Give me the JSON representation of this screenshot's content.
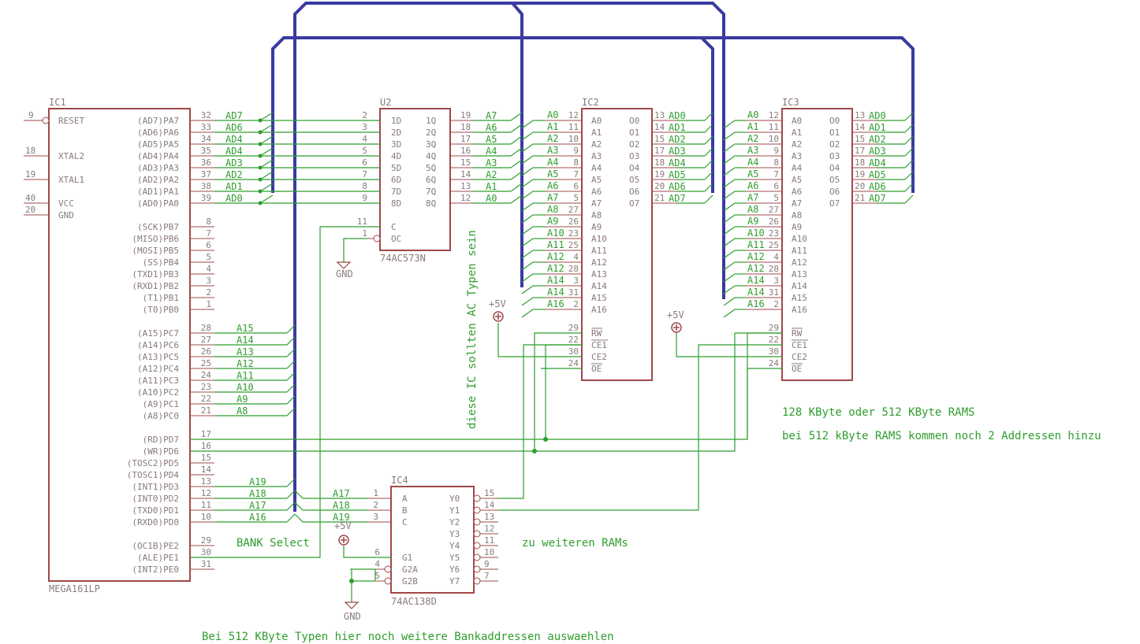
{
  "ic1": {
    "ref": "IC1",
    "value": "MEGA161LP",
    "left_pins": [
      {
        "num": "9",
        "name": "RESET"
      },
      {
        "num": "18",
        "name": "XTAL2"
      },
      {
        "num": "19",
        "name": "XTAL1"
      },
      {
        "num": "40",
        "name": "VCC"
      },
      {
        "num": "20",
        "name": "GND"
      }
    ],
    "porta": [
      {
        "num": "32",
        "name": "(AD7)PA7",
        "net": "AD7"
      },
      {
        "num": "33",
        "name": "(AD6)PA6",
        "net": "AD6"
      },
      {
        "num": "34",
        "name": "(AD5)PA5",
        "net": "AD4"
      },
      {
        "num": "35",
        "name": "(AD4)PA4",
        "net": "AD4"
      },
      {
        "num": "36",
        "name": "(AD3)PA3",
        "net": "AD3"
      },
      {
        "num": "37",
        "name": "(AD2)PA2",
        "net": "AD2"
      },
      {
        "num": "38",
        "name": "(AD1)PA1",
        "net": "AD1"
      },
      {
        "num": "39",
        "name": "(AD0)PA0",
        "net": "AD0"
      }
    ],
    "portb": [
      {
        "num": "8",
        "name": "(SCK)PB7"
      },
      {
        "num": "7",
        "name": "(MISO)PB6"
      },
      {
        "num": "6",
        "name": "(MOSI)PB5"
      },
      {
        "num": "5",
        "name": "(SS)PB4"
      },
      {
        "num": "4",
        "name": "(TXD1)PB3"
      },
      {
        "num": "3",
        "name": "(RXD1)PB2"
      },
      {
        "num": "2",
        "name": "(T1)PB1"
      },
      {
        "num": "1",
        "name": "(T0)PB0"
      }
    ],
    "portc": [
      {
        "num": "28",
        "name": "(A15)PC7",
        "net": "A15"
      },
      {
        "num": "27",
        "name": "(A14)PC6",
        "net": "A14"
      },
      {
        "num": "26",
        "name": "(A13)PC5",
        "net": "A13"
      },
      {
        "num": "25",
        "name": "(A12)PC4",
        "net": "A12"
      },
      {
        "num": "24",
        "name": "(A11)PC3",
        "net": "A11"
      },
      {
        "num": "23",
        "name": "(A10)PC2",
        "net": "A10"
      },
      {
        "num": "22",
        "name": "(A9)PC1",
        "net": "A9"
      },
      {
        "num": "21",
        "name": "(A8)PC0",
        "net": "A8"
      }
    ],
    "portd": [
      {
        "num": "17",
        "name": "(RD)PD7",
        "net": ""
      },
      {
        "num": "16",
        "name": "(WR)PD6",
        "net": ""
      },
      {
        "num": "15",
        "name": "(TOSC2)PD5",
        "net": ""
      },
      {
        "num": "14",
        "name": "(TOSC1)PD4",
        "net": ""
      },
      {
        "num": "13",
        "name": "(INT1)PD3",
        "net": "A19"
      },
      {
        "num": "12",
        "name": "(INT0)PD2",
        "net": "A18"
      },
      {
        "num": "11",
        "name": "(TXD0)PD1",
        "net": "A17"
      },
      {
        "num": "10",
        "name": "(RXD0)PD0",
        "net": "A16"
      }
    ],
    "porte": [
      {
        "num": "29",
        "name": "(OC1B)PE2"
      },
      {
        "num": "30",
        "name": "(ALE)PE1"
      },
      {
        "num": "31",
        "name": "(INT2)PE0"
      }
    ]
  },
  "u2": {
    "ref": "U2",
    "value": "74AC573N",
    "d_pins": [
      {
        "num": "2",
        "name": "1D"
      },
      {
        "num": "3",
        "name": "2D"
      },
      {
        "num": "4",
        "name": "3D"
      },
      {
        "num": "5",
        "name": "4D"
      },
      {
        "num": "6",
        "name": "5D"
      },
      {
        "num": "7",
        "name": "6D"
      },
      {
        "num": "8",
        "name": "7D"
      },
      {
        "num": "9",
        "name": "8D"
      }
    ],
    "q_pins": [
      {
        "num": "19",
        "name": "1Q",
        "net": "A7"
      },
      {
        "num": "18",
        "name": "2Q",
        "net": "A6"
      },
      {
        "num": "17",
        "name": "3Q",
        "net": "A5"
      },
      {
        "num": "16",
        "name": "4Q",
        "net": "A4"
      },
      {
        "num": "15",
        "name": "5Q",
        "net": "A3"
      },
      {
        "num": "14",
        "name": "6Q",
        "net": "A2"
      },
      {
        "num": "13",
        "name": "7Q",
        "net": "A1"
      },
      {
        "num": "12",
        "name": "8Q",
        "net": "A0"
      }
    ],
    "c_pin": {
      "num": "11",
      "name": "C"
    },
    "oc_pin": {
      "num": "1",
      "name": "OC"
    },
    "gnd": "GND"
  },
  "ram": {
    "address_pins": [
      {
        "num": "12",
        "name": "A0",
        "net": "A0"
      },
      {
        "num": "11",
        "name": "A1",
        "net": "A1"
      },
      {
        "num": "10",
        "name": "A2",
        "net": "A2"
      },
      {
        "num": "9",
        "name": "A3",
        "net": "A3"
      },
      {
        "num": "8",
        "name": "A4",
        "net": "A4"
      },
      {
        "num": "7",
        "name": "A5",
        "net": "A5"
      },
      {
        "num": "6",
        "name": "A6",
        "net": "A6"
      },
      {
        "num": "5",
        "name": "A7",
        "net": "A7"
      },
      {
        "num": "27",
        "name": "A8",
        "net": "A8"
      },
      {
        "num": "26",
        "name": "A9",
        "net": "A9"
      },
      {
        "num": "23",
        "name": "A10",
        "net": "A10"
      },
      {
        "num": "25",
        "name": "A11",
        "net": "A11"
      },
      {
        "num": "4",
        "name": "A12",
        "net": "A12"
      },
      {
        "num": "28",
        "name": "A13",
        "net": "A12"
      },
      {
        "num": "3",
        "name": "A14",
        "net": "A14"
      },
      {
        "num": "31",
        "name": "A15",
        "net": "A14"
      },
      {
        "num": "2",
        "name": "A16",
        "net": "A16"
      }
    ],
    "data_pins": [
      {
        "num": "13",
        "name": "O0",
        "net": "AD0"
      },
      {
        "num": "14",
        "name": "O1",
        "net": "AD1"
      },
      {
        "num": "15",
        "name": "O2",
        "net": "AD2"
      },
      {
        "num": "17",
        "name": "O3",
        "net": "AD3"
      },
      {
        "num": "18",
        "name": "O4",
        "net": "AD4"
      },
      {
        "num": "19",
        "name": "O5",
        "net": "AD5"
      },
      {
        "num": "20",
        "name": "O6",
        "net": "AD6"
      },
      {
        "num": "21",
        "name": "O7",
        "net": "AD7"
      }
    ],
    "control_pins": [
      {
        "num": "29",
        "name": "RW"
      },
      {
        "num": "22",
        "name": "CE1"
      },
      {
        "num": "30",
        "name": "CE2"
      },
      {
        "num": "24",
        "name": "OE"
      }
    ]
  },
  "ic2": {
    "ref": "IC2",
    "supply": "+5V"
  },
  "ic3": {
    "ref": "IC3",
    "supply": "+5V"
  },
  "ic4": {
    "ref": "IC4",
    "value": "74AC138D",
    "inputs": [
      {
        "num": "1",
        "name": "A",
        "net": "A17"
      },
      {
        "num": "2",
        "name": "B",
        "net": "A18"
      },
      {
        "num": "3",
        "name": "C",
        "net": "A19"
      }
    ],
    "enables": [
      {
        "num": "6",
        "name": "G1"
      },
      {
        "num": "4",
        "name": "G2A"
      },
      {
        "num": "5",
        "name": "G2B"
      }
    ],
    "outputs": [
      {
        "num": "15",
        "name": "Y0"
      },
      {
        "num": "14",
        "name": "Y1"
      },
      {
        "num": "13",
        "name": "Y2"
      },
      {
        "num": "12",
        "name": "Y3"
      },
      {
        "num": "11",
        "name": "Y4"
      },
      {
        "num": "10",
        "name": "Y5"
      },
      {
        "num": "9",
        "name": "Y6"
      },
      {
        "num": "7",
        "name": "Y7"
      }
    ],
    "supply": "+5V",
    "gnd": "GND"
  },
  "notes": {
    "bank_select": "BANK Select",
    "zu_weiteren": "zu weiteren RAMs",
    "ram_size": "128 KByte oder 512 KByte RAMS",
    "addresses": "bei 512 kByte RAMS kommen noch 2 Addressen hinzu",
    "bottom": "Bei 512 KByte Typen hier noch weitere Bankaddressen auswaehlen",
    "vertical": "diese IC sollten AC Typen sein"
  },
  "colors": {
    "wire": "#2e9e2e",
    "body": "#a04848",
    "bus": "#3a3aa0",
    "label": "#8a7a7a"
  }
}
